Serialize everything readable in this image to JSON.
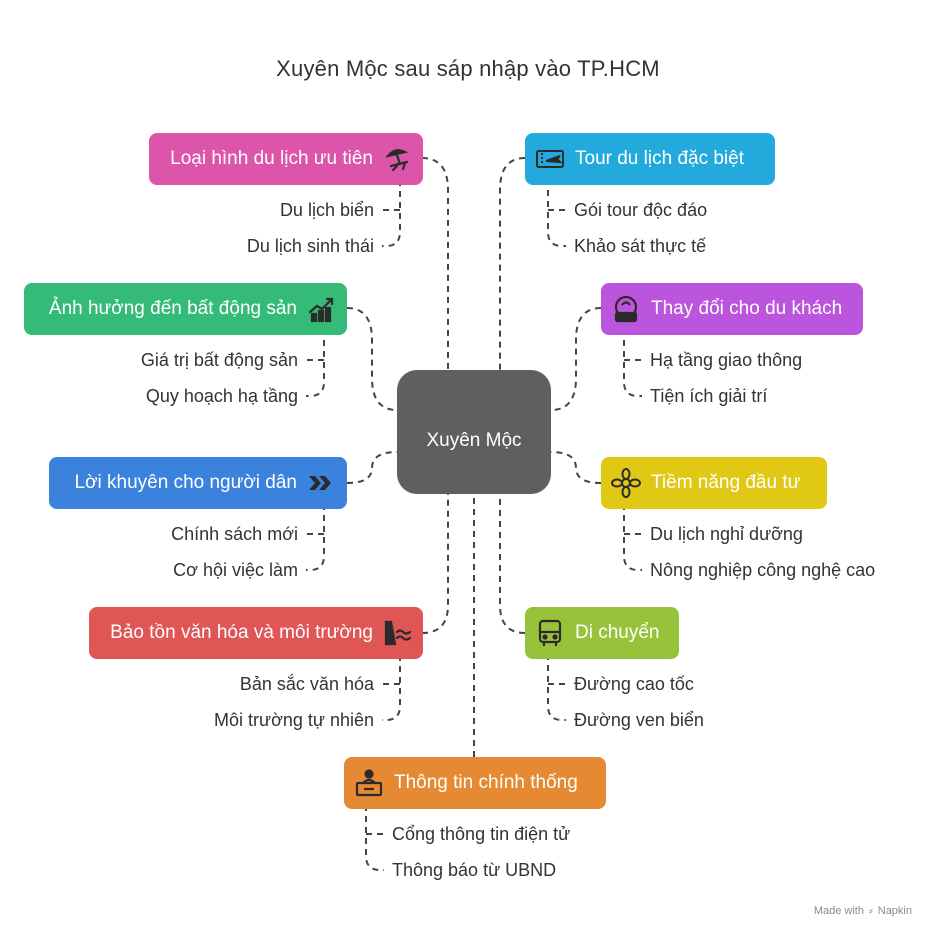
{
  "title": "Xuyên Mộc sau sáp nhập vào TP.HCM",
  "center": "Xuyên Mộc",
  "colors": {
    "line": "#444444",
    "center": "#5f5f5f"
  },
  "branches": [
    {
      "label": "Loại hình du lịch ưu tiên",
      "icon": "beach-umbrella-icon",
      "color": "#dd55aa",
      "items": [
        "Du lịch biển",
        "Du lịch sinh thái"
      ]
    },
    {
      "label": "Tour du lịch đặc biệt",
      "icon": "ticket-plane-icon",
      "color": "#22aadd",
      "items": [
        "Gói tour độc đáo",
        "Khảo sát thực tế"
      ]
    },
    {
      "label": "Ảnh hưởng đến bất động sản",
      "icon": "real-estate-chart-icon",
      "color": "#33bb77",
      "items": [
        "Giá trị bất động sản",
        "Quy hoạch hạ tầng"
      ]
    },
    {
      "label": "Thay đổi cho du khách",
      "icon": "travel-bag-icon",
      "color": "#bb55dd",
      "items": [
        "Hạ tầng giao thông",
        "Tiện ích giải trí"
      ]
    },
    {
      "label": "Lời khuyên cho người dân",
      "icon": "double-chevron-icon",
      "color": "#3b82dd",
      "items": [
        "Chính sách mới",
        "Cơ hội việc làm"
      ]
    },
    {
      "label": "Tiềm năng đầu tư",
      "icon": "flower-icon",
      "color": "#e0c814",
      "items": [
        "Du lịch nghỉ dưỡng",
        "Nông nghiệp công nghệ cao"
      ]
    },
    {
      "label": "Bảo tồn văn hóa và môi trường",
      "icon": "dam-water-icon",
      "color": "#e05555",
      "items": [
        "Bản sắc văn hóa",
        "Môi trường tự nhiên"
      ]
    },
    {
      "label": "Di chuyển",
      "icon": "bus-icon",
      "color": "#99c23b",
      "items": [
        "Đường cao tốc",
        "Đường ven biển"
      ]
    },
    {
      "label": "Thông tin chính thống",
      "icon": "reception-desk-icon",
      "color": "#e58a33",
      "items": [
        "Cổng thông tin điện tử",
        "Thông báo từ UBND"
      ]
    }
  ],
  "credit": {
    "prefix": "Made with",
    "brand": "Napkin"
  }
}
